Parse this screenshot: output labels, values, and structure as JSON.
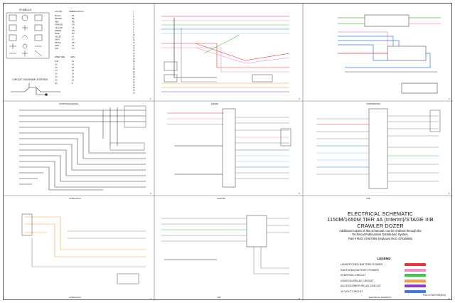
{
  "panel_titles": {
    "p2": "STARTING/CHARGING",
    "p3": "ENGINE",
    "p4": "TRANSMISSION",
    "p5": "HYDRAULICS",
    "p6": "LIGHTING",
    "p7": "CAB",
    "p8": "ELECTRICAL SCHEMATIC"
  },
  "panel_numbers": [
    "1",
    "2",
    "3",
    "4",
    "5",
    "6",
    "7",
    "8",
    "9"
  ],
  "symbols_title": "SYMBOLS",
  "legends_title": "CIRCUIT DIAGRAM LEGENDS",
  "color_table_header": [
    "COLOR",
    "ABBREVIATION"
  ],
  "color_table": [
    [
      "BLACK",
      "BK"
    ],
    [
      "BROWN",
      "BN"
    ],
    [
      "RED",
      "RD"
    ],
    [
      "ORANGE",
      "OR"
    ],
    [
      "YELLOW",
      "YE"
    ],
    [
      "GREEN",
      "GN"
    ],
    [
      "BLUE",
      "BU"
    ],
    [
      "VIOLET",
      "VT"
    ],
    [
      "GRAY",
      "GY"
    ],
    [
      "WHITE",
      "WH"
    ],
    [
      "PINK",
      "PK"
    ],
    [
      "TAN",
      "TN"
    ]
  ],
  "wire_table_header": [
    "WIRE SIZE",
    "AWG"
  ],
  "wire_table": [
    [
      "0.35",
      "22"
    ],
    [
      "0.5",
      "20"
    ],
    [
      "0.8",
      "18"
    ],
    [
      "1.0",
      "16"
    ],
    [
      "2.0",
      "14"
    ],
    [
      "3.0",
      "12"
    ],
    [
      "5.0",
      "10"
    ],
    [
      "8.0",
      "8"
    ]
  ],
  "title_block": {
    "line1": "ELECTRICAL SCHEMATIC",
    "line2": "1150M/1650M TIER 4A (Interim)/STAGE IIIB",
    "line3": "CRAWLER DOZER",
    "sub1": "Additional copies of this schematic can be ordered through the",
    "sub2": "Technical Publications Distribution System.",
    "sub3": "Part # RoO 47607995 (replaces RoO 47916955)"
  },
  "legend": {
    "title": "LEGEND",
    "items": [
      {
        "label": "UNSWITCHED BATTERY POWER",
        "color": "#e8323c"
      },
      {
        "label": "SWITCHED BATTERY POWER",
        "color": "#f08cc8"
      },
      {
        "label": "STARTING CIRCUIT",
        "color": "#3cc84a"
      },
      {
        "label": "IGNITION RELAY CIRCUIT",
        "color": "#f5a03c"
      },
      {
        "label": "ACCESSORIES RELAY CIRCUIT",
        "color": "#8c3cc8"
      },
      {
        "label": "10 VOLT CIRCUIT",
        "color": "#3c78e0"
      }
    ]
  },
  "doc_number": "RoO 47607995(EN)",
  "wire_colors": {
    "red": "#e8323c",
    "pink": "#f08cc8",
    "green": "#3cc84a",
    "orange": "#f5a03c",
    "violet": "#8c3cc8",
    "blue": "#3c78e0",
    "lightblue": "#8cc8f0",
    "gray": "#888888",
    "black": "#222222"
  }
}
